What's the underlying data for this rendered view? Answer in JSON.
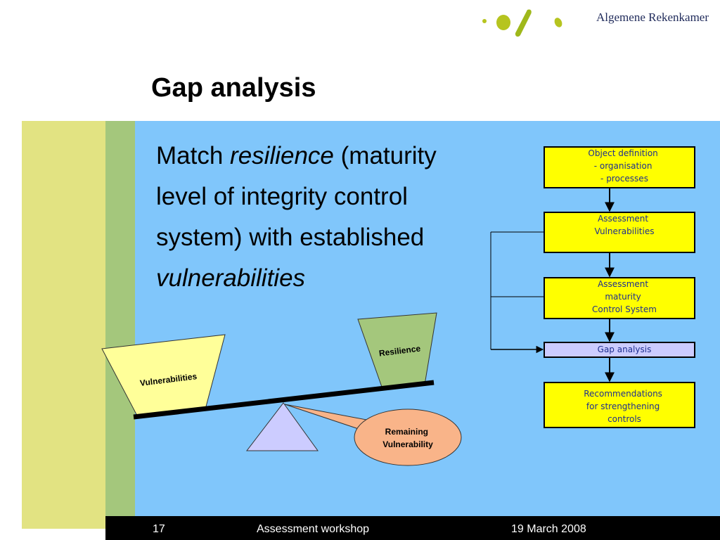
{
  "header": {
    "organization": "Algemene Rekenkamer",
    "logo_icon": "dots-and-slash-logo-icon",
    "logo_colors": [
      "#9fb81b",
      "#b6c41f"
    ]
  },
  "slide": {
    "title": "Gap analysis",
    "body": {
      "part1": "Match ",
      "italic1": "resilience",
      "part2": " (maturity level of integrity control system) with established ",
      "italic2": "vulnerabilities"
    }
  },
  "balance": {
    "left_pan_label": "Vulnerabilities",
    "right_pan_label": "Resilience",
    "callout_line1": "Remaining",
    "callout_line2": "Vulnerability"
  },
  "flowchart": {
    "steps": [
      {
        "lines": [
          "Object definition",
          "- organisation",
          "- processes"
        ]
      },
      {
        "lines": [
          "Assessment",
          "Vulnerabilities"
        ]
      },
      {
        "lines": [
          "Assessment",
          "maturity",
          "Control System"
        ]
      },
      {
        "lines": [
          "Gap analysis"
        ]
      },
      {
        "lines": [
          "Recommendations",
          "for strengthening",
          "controls"
        ]
      }
    ]
  },
  "footer": {
    "page_number": "17",
    "event": "Assessment workshop",
    "date": "19 March 2008"
  },
  "colors": {
    "band_yellow": "#e2e382",
    "band_green": "#a4c77c",
    "content_blue": "#80c6fb",
    "flow_box_yellow": "#ffff00",
    "flow_box_highlight": "#ccccff",
    "left_pan": "#ffff99",
    "right_pan": "#a4c77c",
    "fulcrum": "#ccccff",
    "callout": "#f9b489"
  }
}
